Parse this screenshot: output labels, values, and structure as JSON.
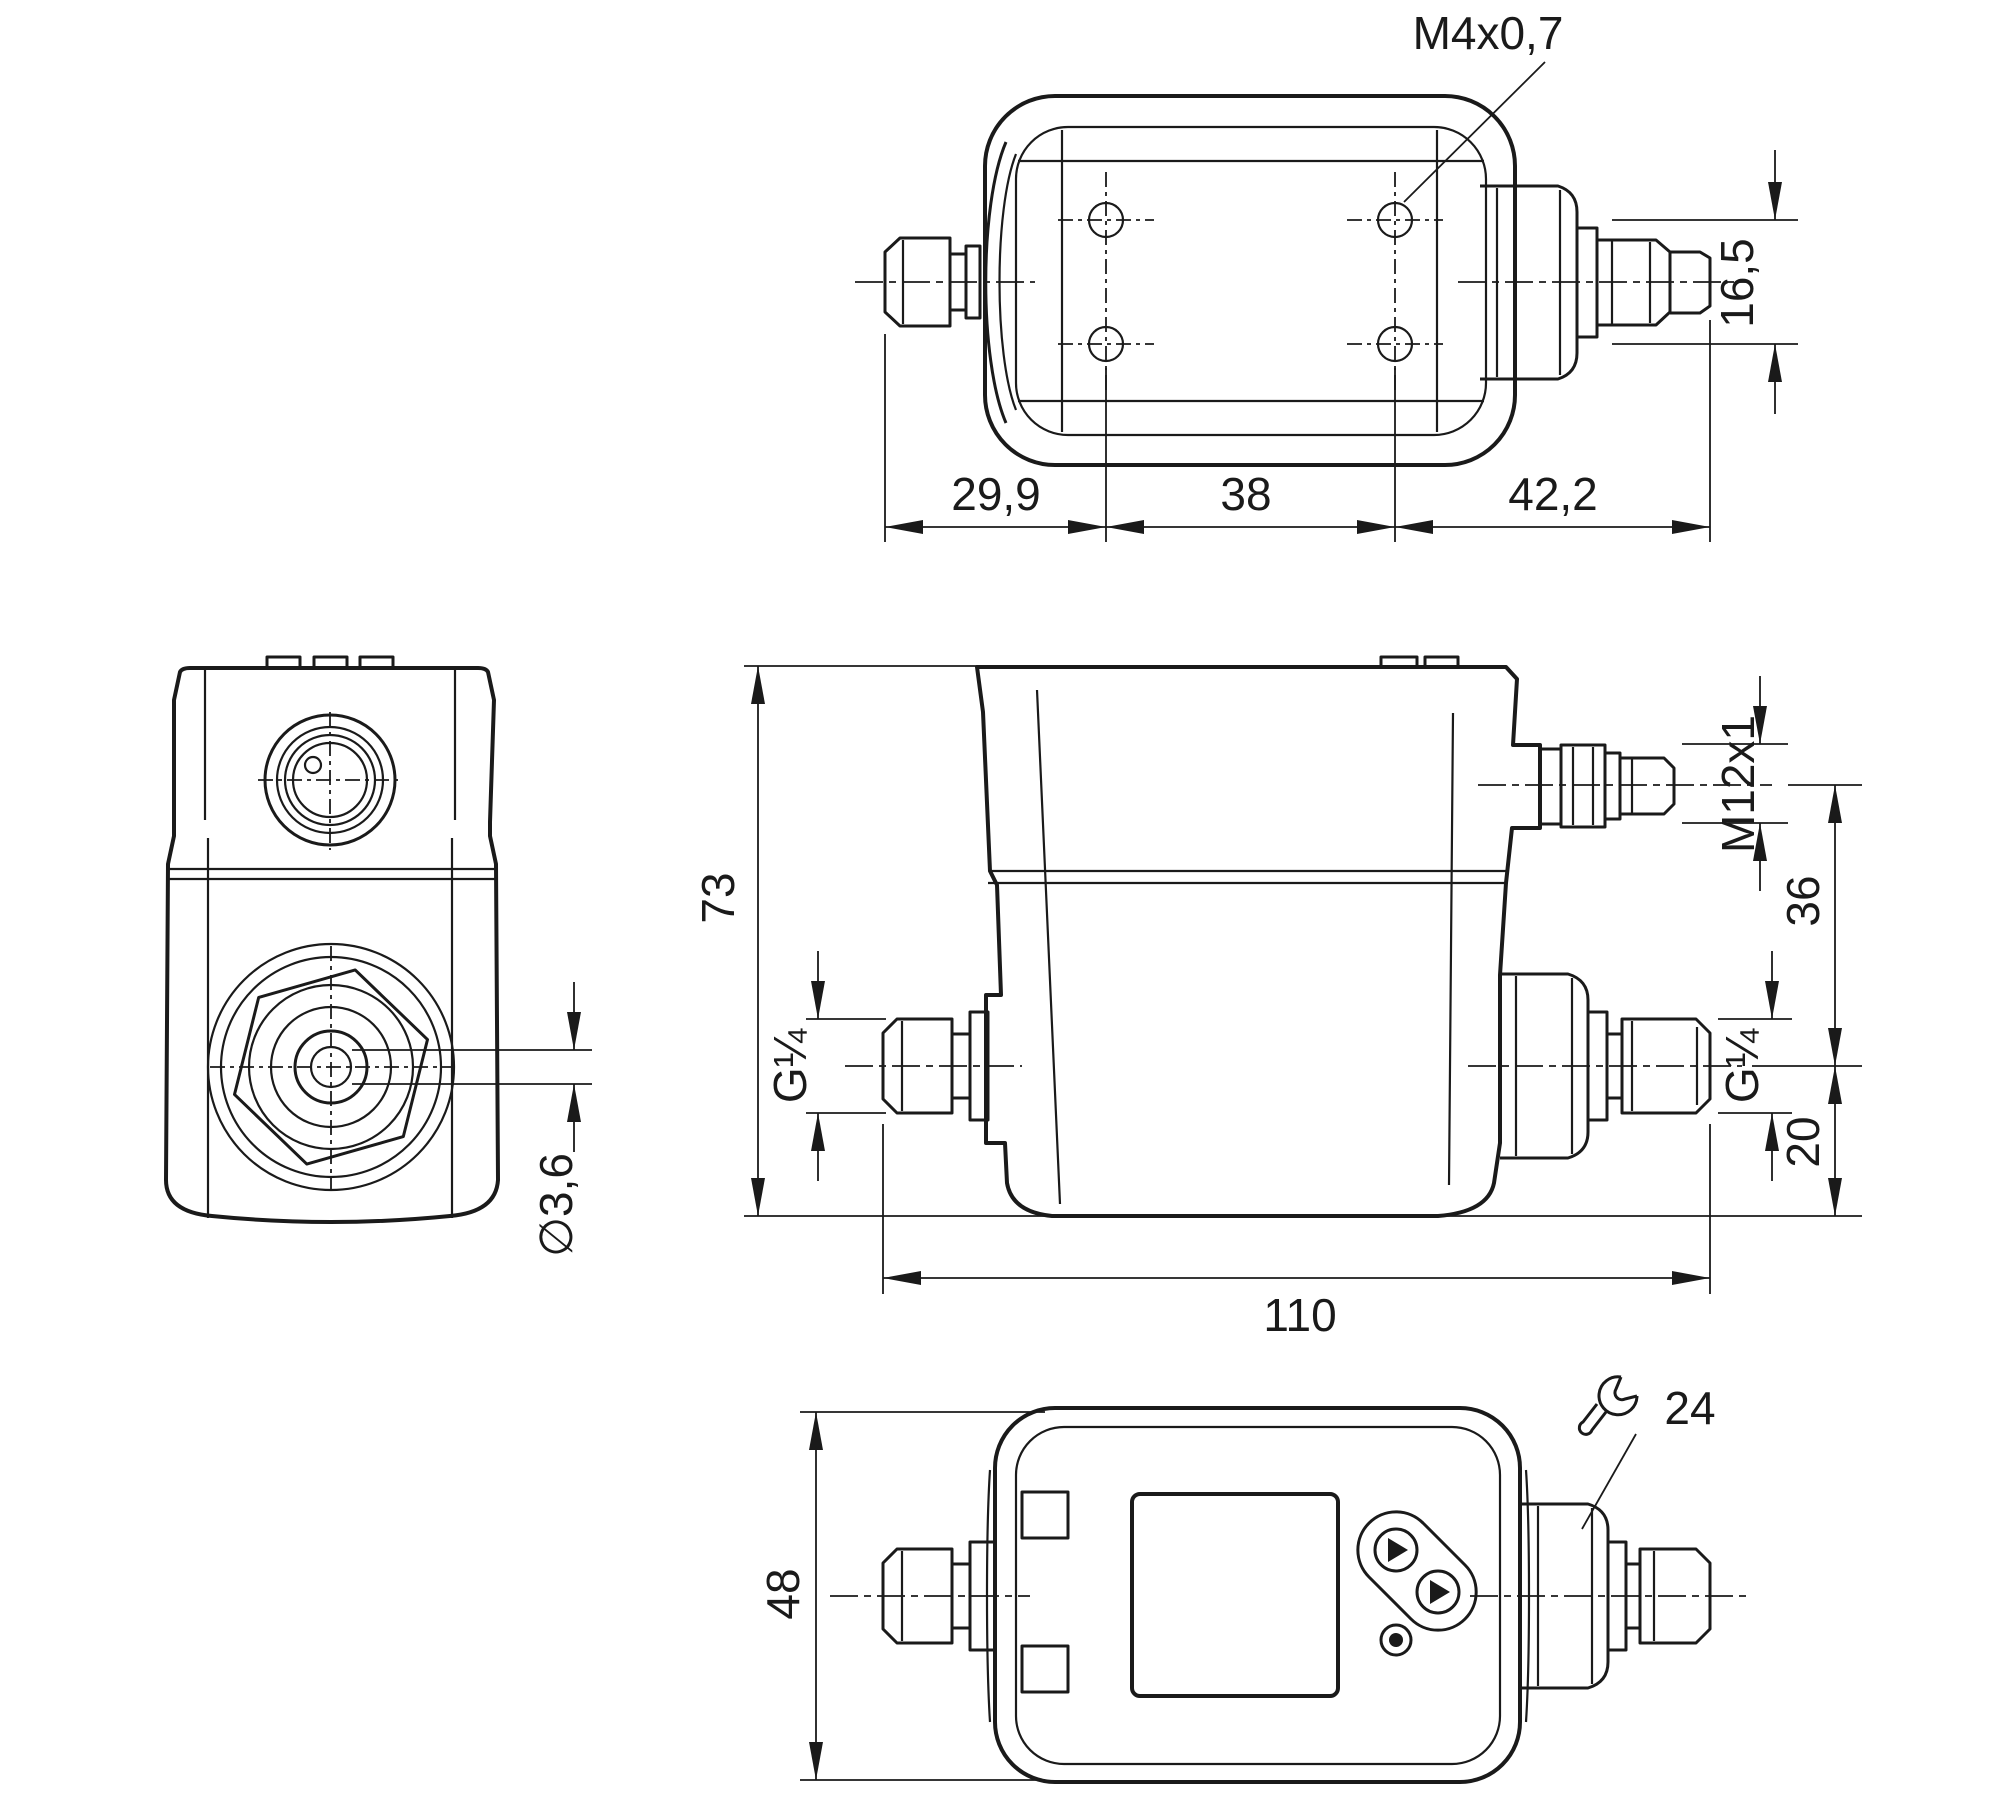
{
  "drawing": {
    "kind": "technical dimensional drawing",
    "unit": "mm",
    "line_color": "#1a1a1a",
    "views": {
      "top": {
        "labels": {
          "mounting_thread": "M4x0,7",
          "hole_row_spacing": "16,5",
          "left_offset": "29,9",
          "hole_column_spacing": "38",
          "right_offset": "42,2"
        }
      },
      "side": {
        "labels": {
          "overall_height": "73",
          "overall_length": "110",
          "process_port_left": "G¼",
          "process_port_right": "G¼",
          "connector_thread": "M12x1",
          "connector_to_port_axis": "36",
          "port_axis_to_bottom": "20"
        }
      },
      "left": {
        "labels": {
          "bore_diameter": "∅3,6"
        }
      },
      "bottom": {
        "labels": {
          "overall_depth": "48",
          "wrench_size": "24"
        }
      }
    }
  }
}
